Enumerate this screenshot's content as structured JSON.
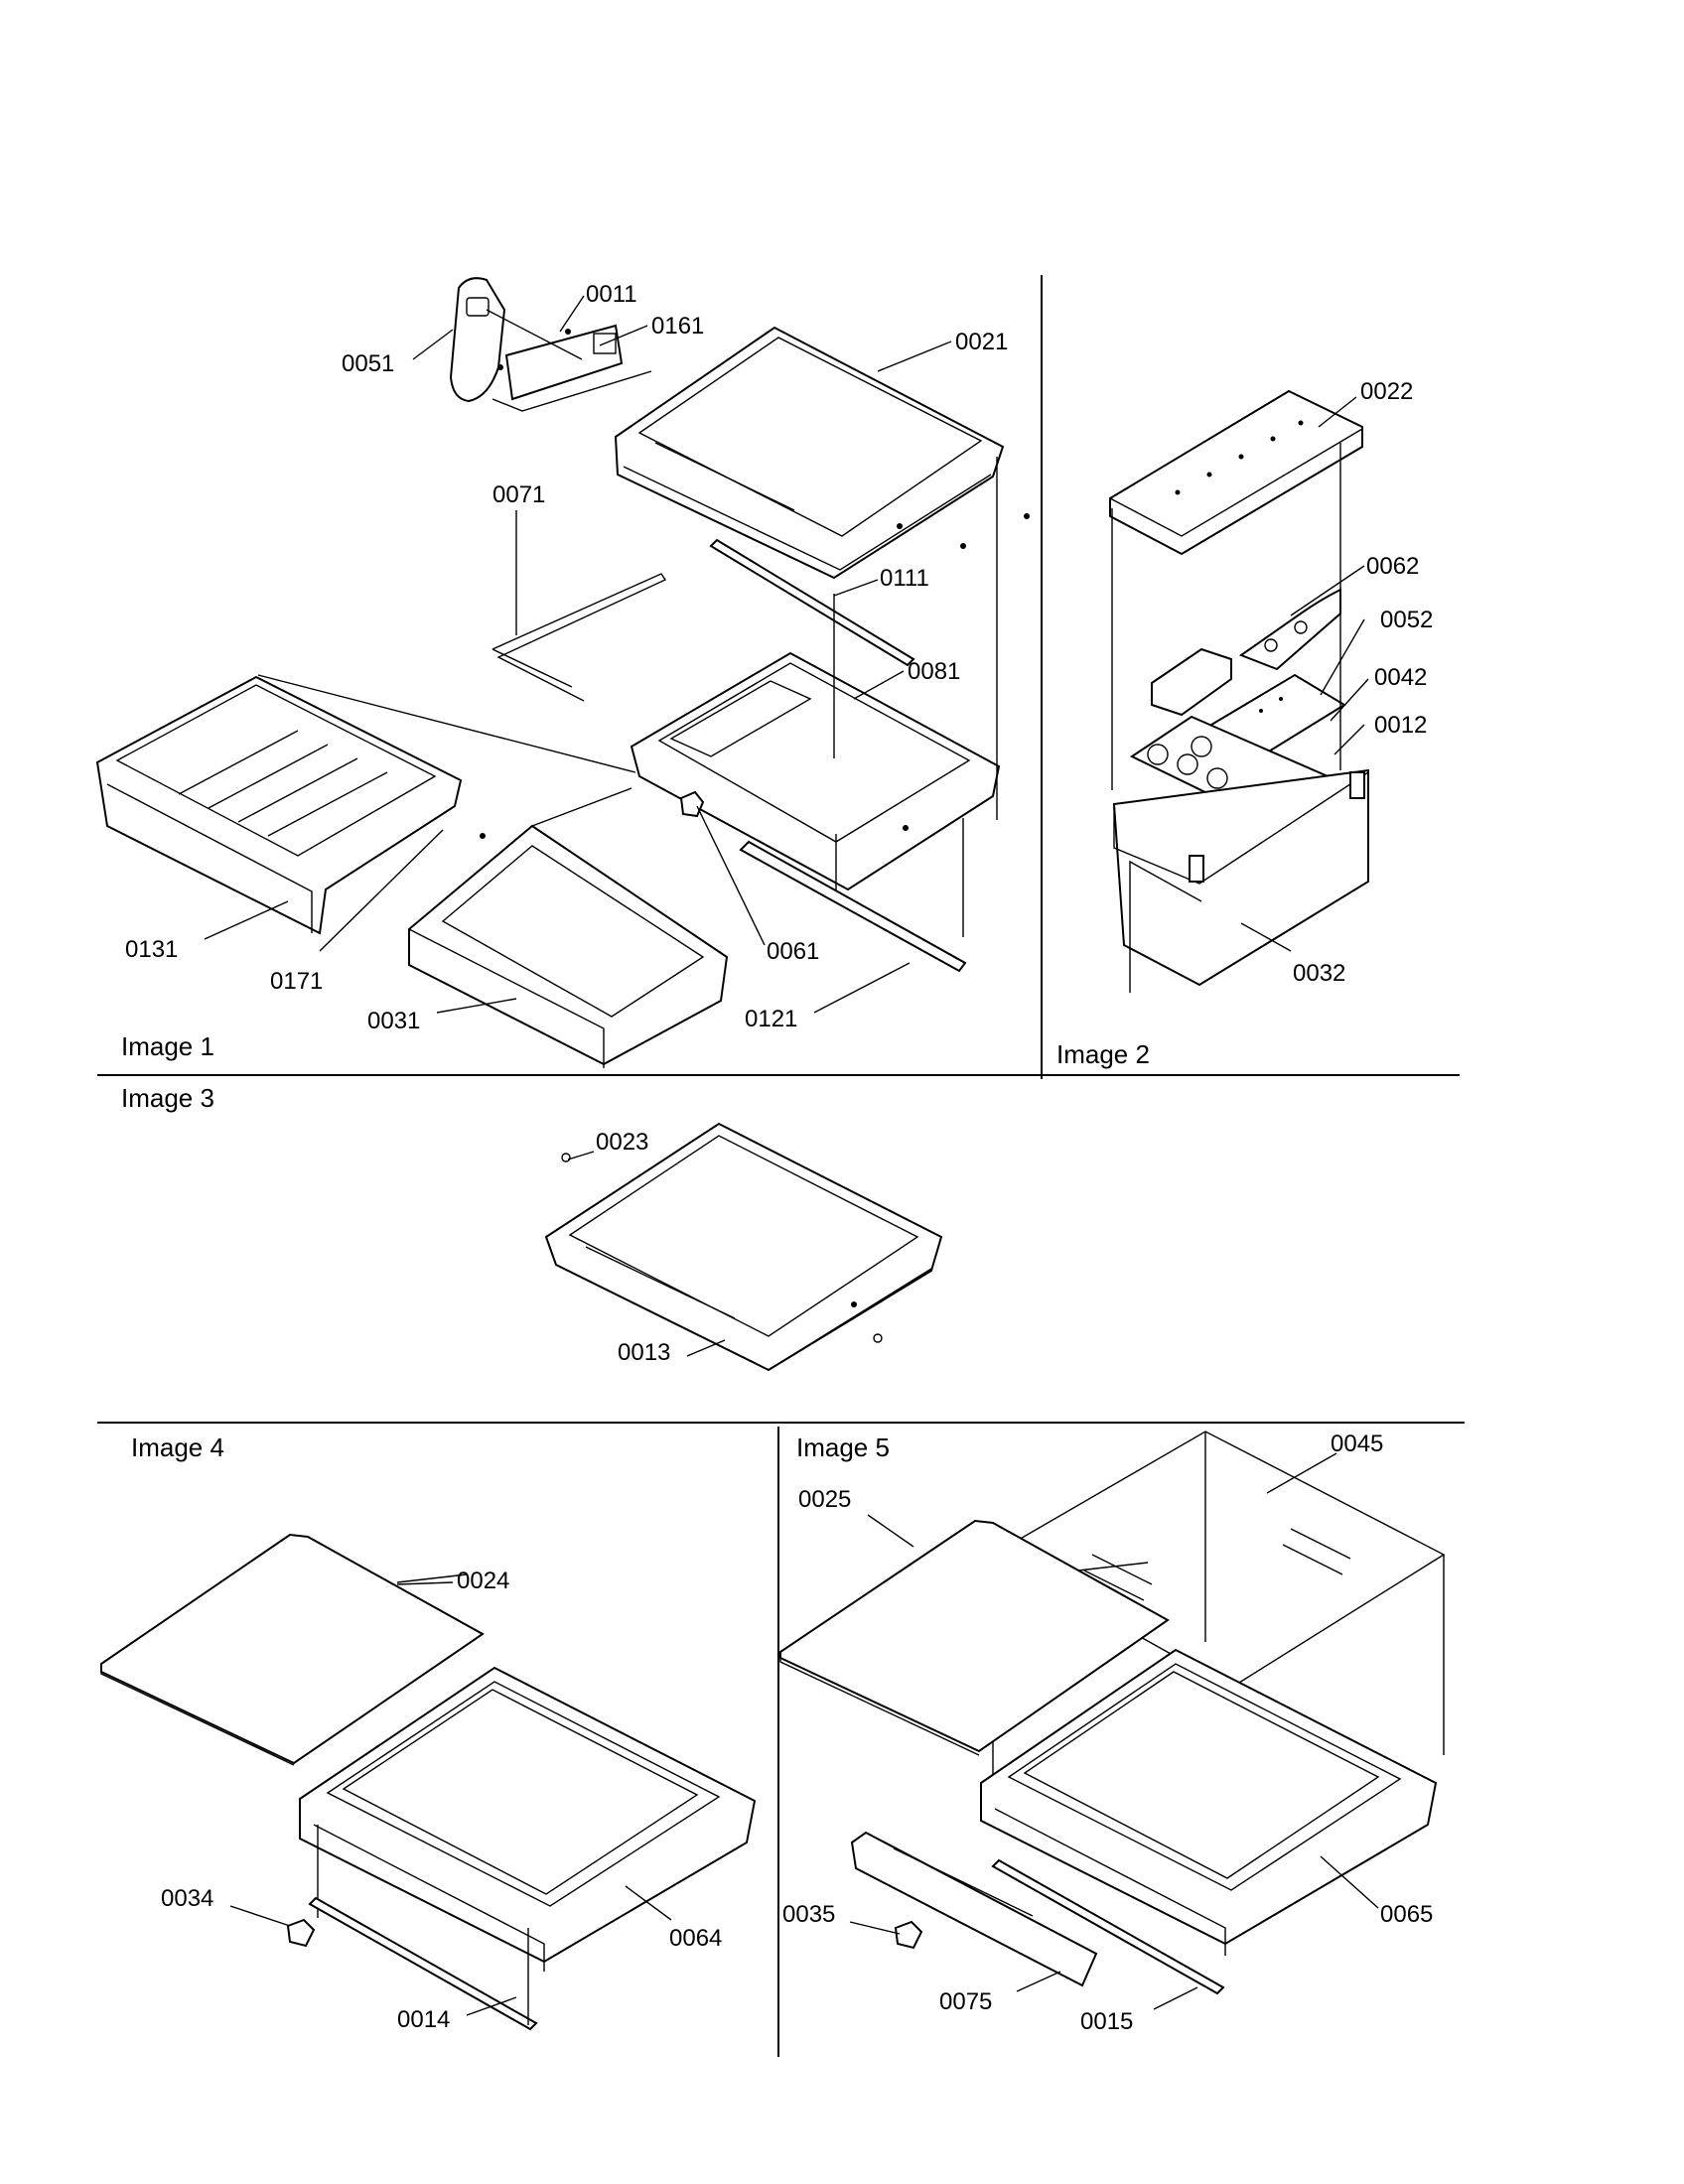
{
  "panels": {
    "image1": "Image 1",
    "image2": "Image 2",
    "image3": "Image 3",
    "image4": "Image 4",
    "image5": "Image 5"
  },
  "parts": {
    "p0011": "0011",
    "p0161": "0161",
    "p0051": "0051",
    "p0021": "0021",
    "p0071": "0071",
    "p0111": "0111",
    "p0081": "0081",
    "p0131": "0131",
    "p0171": "0171",
    "p0031": "0031",
    "p0061": "0061",
    "p0121": "0121",
    "p0022": "0022",
    "p0062": "0062",
    "p0052": "0052",
    "p0042": "0042",
    "p0012": "0012",
    "p0032": "0032",
    "p0023": "0023",
    "p0013": "0013",
    "p0024": "0024",
    "p0034": "0034",
    "p0064": "0064",
    "p0014": "0014",
    "p0025": "0025",
    "p0045": "0045",
    "p0035": "0035",
    "p0065": "0065",
    "p0075": "0075",
    "p0015": "0015"
  }
}
